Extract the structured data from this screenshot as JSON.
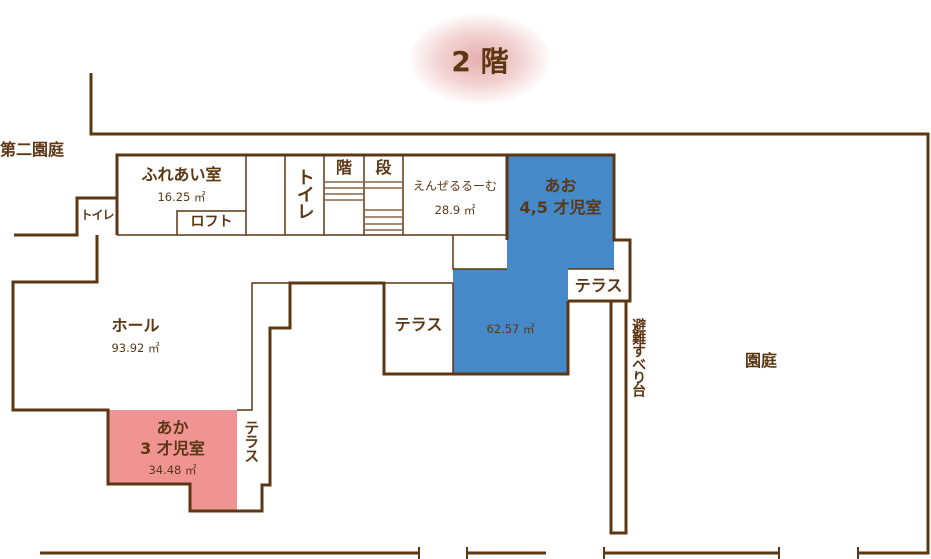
{
  "floor": {
    "title": "2 階"
  },
  "colors": {
    "wall": "#5c3714",
    "blue_room": "#4589c8",
    "red_room": "#ef9393",
    "title_blob": "#e2a0a0",
    "text": "#5c3714"
  },
  "gardens": {
    "second_garden": "第二園庭",
    "garden": "園庭"
  },
  "rooms": {
    "fureai": {
      "name": "ふれあい室",
      "area": "16.25 ㎡"
    },
    "loft": {
      "name": "ロフト"
    },
    "toilet_small": {
      "name": "トイレ"
    },
    "toilet": {
      "name": "トイレ"
    },
    "stairs_1": {
      "name": "階"
    },
    "stairs_2": {
      "name": "段"
    },
    "ensemble": {
      "name": "えんぜるるーむ",
      "area": "28.9 ㎡"
    },
    "ao": {
      "name": "あお",
      "subname": "4,5 才児室",
      "area": "62.57 ㎡"
    },
    "terrace_ao": {
      "name": "テラス"
    },
    "terrace_mid": {
      "name": "テラス"
    },
    "hall": {
      "name": "ホール",
      "area": "93.92 ㎡"
    },
    "aka": {
      "name": "あか",
      "subname": "3 才児室",
      "area": "34.48 ㎡"
    },
    "terrace_aka": {
      "name": "テラス"
    },
    "slide": {
      "name": "避難すべり台"
    }
  }
}
